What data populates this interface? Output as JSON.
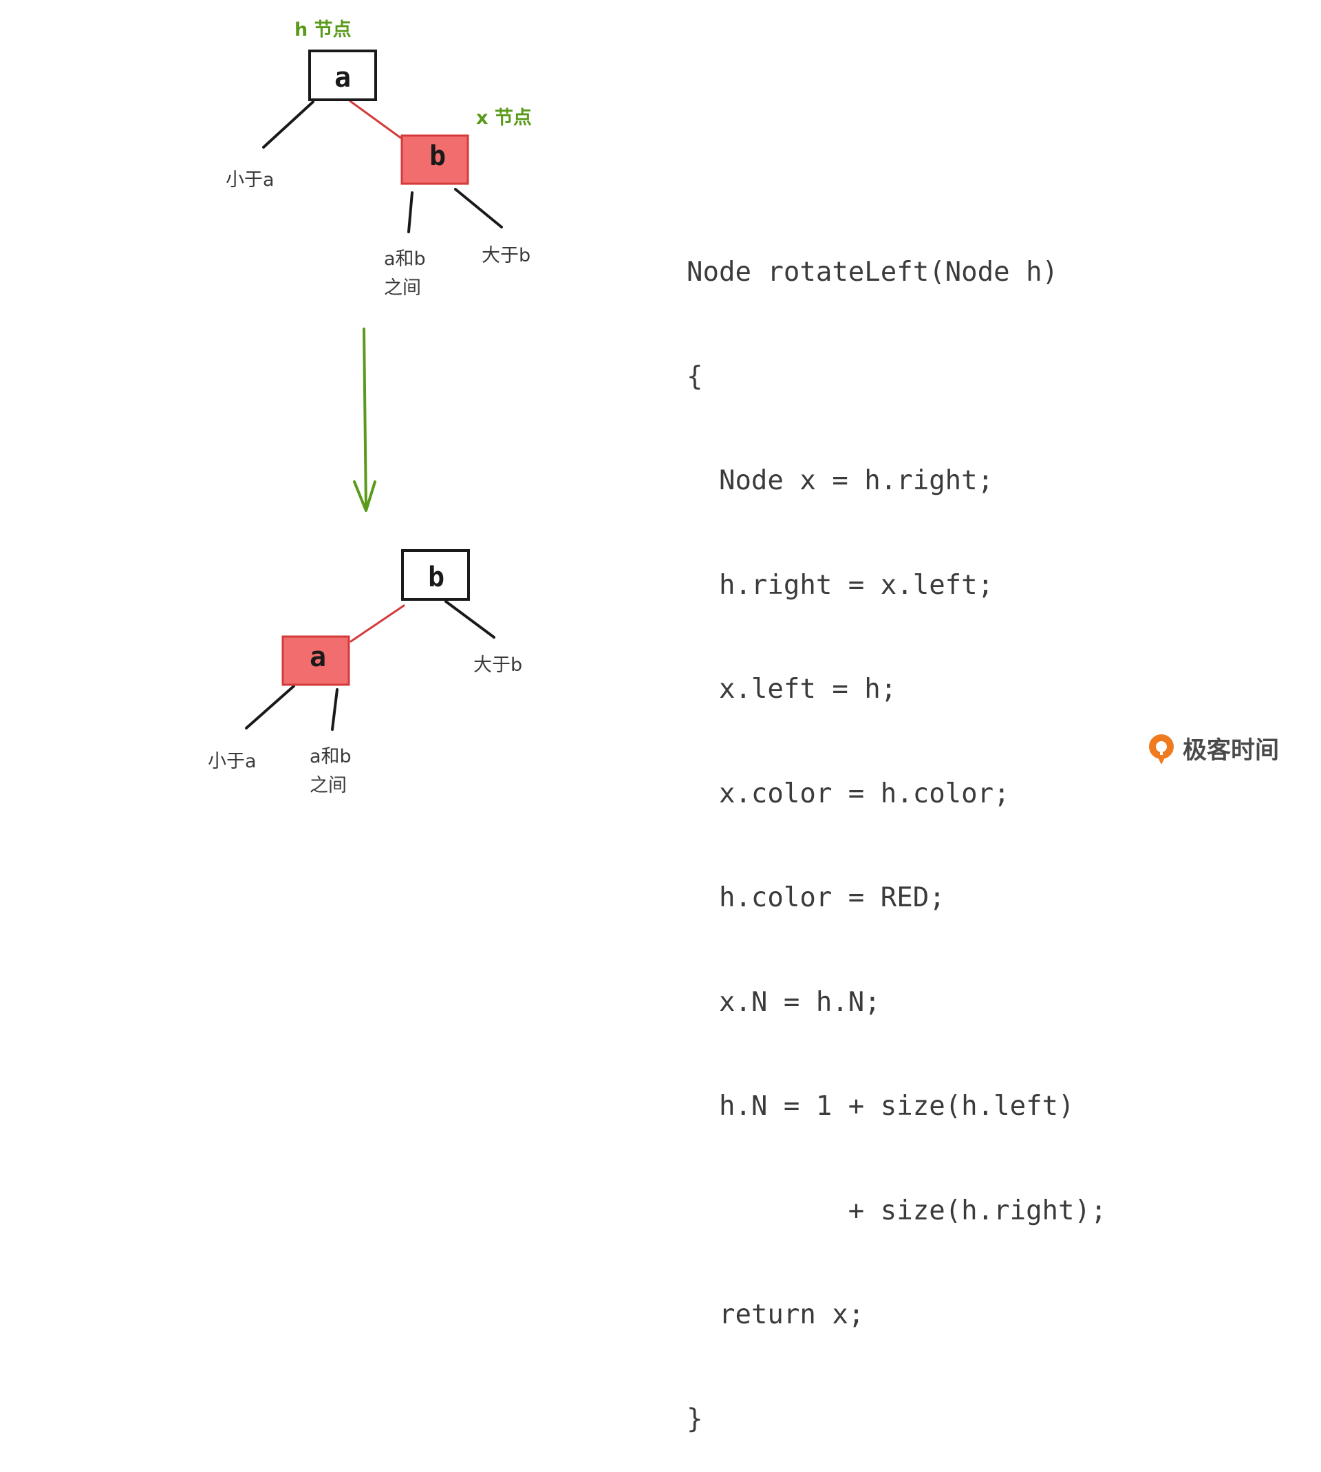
{
  "top_tree": {
    "h_label": "h 节点",
    "x_label": "x 节点",
    "root_node": "a",
    "right_child_node": "b",
    "left_leaf": "小于a",
    "middle_leaf_line1": "a和b",
    "middle_leaf_line2": "之间",
    "right_leaf": "大于b"
  },
  "bottom_tree": {
    "root_node": "b",
    "left_child_node": "a",
    "right_leaf": "大于b",
    "left_leaf": "小于a",
    "middle_leaf_line1": "a和b",
    "middle_leaf_line2": "之间"
  },
  "code_lines": [
    "Node rotateLeft(Node h)",
    "{",
    "  Node x = h.right;",
    "  h.right = x.left;",
    "  x.left = h;",
    "  x.color = h.color;",
    "  h.color = RED;",
    "  x.N = h.N;",
    "  h.N = 1 + size(h.left)",
    "          + size(h.right);",
    "  return x;",
    "}"
  ],
  "logo": {
    "text": "极客时间",
    "icon": "geektime-logo-icon"
  },
  "colors": {
    "red_node": "#f26d6d",
    "red_link": "#d43a3a",
    "green": "#5a9a1a",
    "black": "#1a1a1a",
    "logo_orange": "#f07a1e"
  }
}
